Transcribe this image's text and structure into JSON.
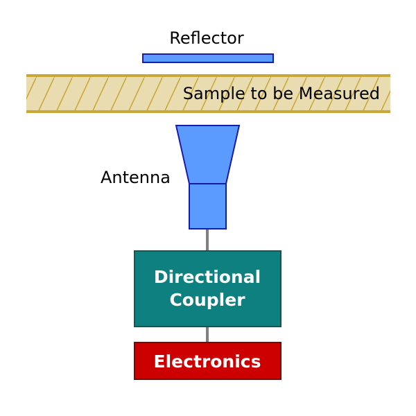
{
  "labels": {
    "reflector": "Reflector",
    "sample": "Sample to be Measured",
    "antenna": "Antenna"
  },
  "boxes": {
    "coupler_line1": "Directional",
    "coupler_line2": "Coupler",
    "electronics": "Electronics"
  },
  "colors": {
    "blue_fill": "#5b9bff",
    "blue_stroke": "#1a1aa8",
    "sample_fill": "#e8dcb0",
    "sample_border": "#c9a838",
    "hatch": "#c9a838",
    "coupler_fill": "#0f8080",
    "coupler_stroke": "#0a5a5a",
    "electronics_fill": "#cc0000",
    "electronics_stroke": "#8a0000",
    "connector": "#808080"
  }
}
